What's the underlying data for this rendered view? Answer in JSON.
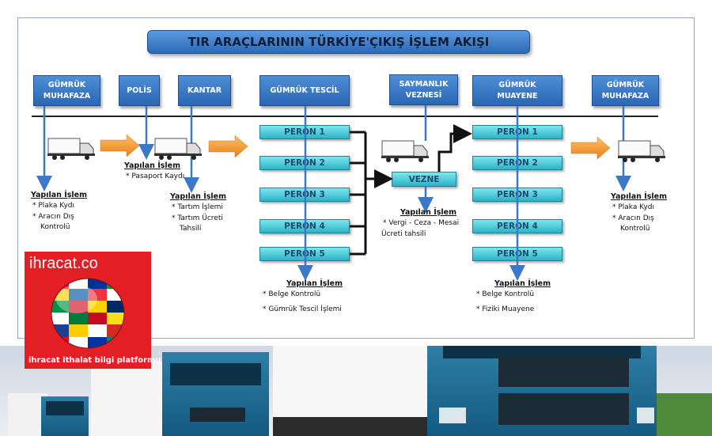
{
  "title": "TIR ARAÇLARININ TÜRKİYE'ÇIKIŞ İŞLEM AKIŞI",
  "stations": [
    {
      "line1": "GÜMRÜK",
      "line2": "MUHAFAZA"
    },
    {
      "line1": "POLİS",
      "line2": ""
    },
    {
      "line1": "KANTAR",
      "line2": ""
    },
    {
      "line1": "GÜMRÜK TESCİL",
      "line2": ""
    },
    {
      "line1": "SAYMANLIK",
      "line2": "VEZNESİ"
    },
    {
      "line1": "GÜMRÜK",
      "line2": "MUAYENE"
    },
    {
      "line1": "GÜMRÜK",
      "line2": "MUHAFAZA"
    }
  ],
  "tescil_perons": [
    "PERON 1",
    "PERON 2",
    "PERON 3",
    "PERON 4",
    "PERON 5"
  ],
  "muayene_perons": [
    "PERON 1",
    "PERON 2",
    "PERON 3",
    "PERON 4",
    "PERON 5"
  ],
  "vezne_label": "VEZNE",
  "operations": {
    "heading": "Yapılan İşlem",
    "muhafaza_in": {
      "item1": "* Plaka Kydı",
      "item2a": "* Aracın Dış",
      "item2b": "Kontrolü"
    },
    "polis": {
      "item1": "* Pasaport Kaydı"
    },
    "kantar": {
      "item1": "* Tartım İşlemi",
      "item2a": "* Tartım Ücreti",
      "item2b": "Tahsili"
    },
    "tescil": {
      "item1": "* Belge Kontrolü",
      "item2": "* Gümrük Tescil İşlemi"
    },
    "vezne": {
      "item1": "* Vergi - Ceza - Mesai",
      "item2": "Ücreti tahsili"
    },
    "muayene": {
      "item1": "* Belge Kontrolü",
      "item2": "* Fiziki Muayene"
    },
    "muhafaza_out": {
      "item1": "* Plaka Kydı",
      "item2a": "* Aracın Dış",
      "item2b": "Kontrolü"
    }
  },
  "logo": {
    "name": "ihracat.co",
    "tagline": "ihracat ithalat bilgi platformu"
  },
  "colors": {
    "station_blue": "#2f6fbe",
    "peron_cyan": "#3ec3d3",
    "orange_arrow": "#f39a2c",
    "flow_arrow": "#3a78c8",
    "logo_red": "#e31e24"
  }
}
